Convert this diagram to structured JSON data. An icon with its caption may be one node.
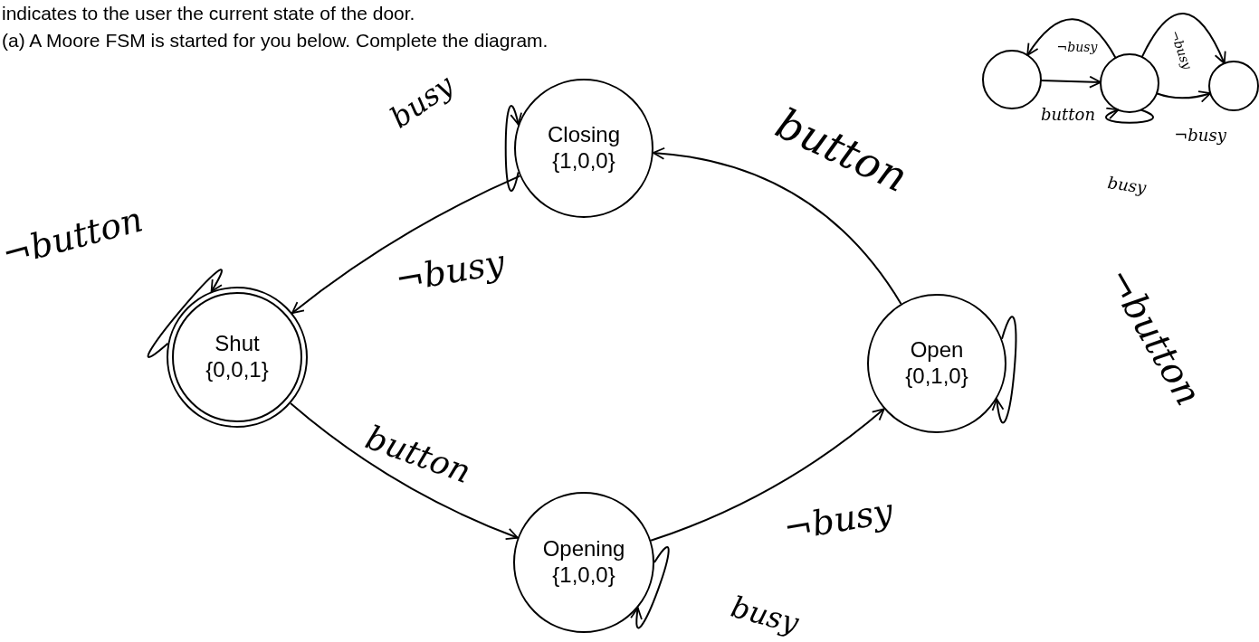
{
  "diagram": {
    "nodes": [
      {
        "text": [
          "Closing",
          "{1,0,0}"
        ]
      },
      {
        "text": [
          "Shut",
          "{0,0,1}"
        ]
      },
      {
        "text": [
          "Open",
          "{0,1,0}"
        ]
      },
      {
        "text": [
          "Opening",
          "{1,0,0}"
        ]
      },
      {
        "text": [],
        "shape": "circle"
      },
      {
        "text": [],
        "shape": "circle"
      },
      {
        "text": [],
        "shape": "circle"
      }
    ],
    "edges": [
      {
        "from": 1,
        "to": 1,
        "arrow": "to",
        "label": "¬button"
      },
      {
        "from": 1,
        "to": 3,
        "arrow": "to",
        "label": "button"
      },
      {
        "from": 3,
        "to": 3,
        "arrow": "to",
        "label": "busy"
      },
      {
        "from": 3,
        "to": 2,
        "arrow": "to",
        "label": "¬busy"
      },
      {
        "from": 2,
        "to": 2,
        "arrow": "to",
        "label": "¬button"
      },
      {
        "from": 2,
        "to": 0,
        "arrow": "to",
        "label": "button"
      },
      {
        "from": 0,
        "to": 0,
        "arrow": "to",
        "label": "busy"
      },
      {
        "from": 0,
        "to": 1,
        "arrow": "to",
        "label": "¬busy"
      },
      {
        "from": 4,
        "to": 5,
        "arrow": "to",
        "label": "button"
      },
      {
        "from": 5,
        "to": 4,
        "arrow": "to",
        "label": "¬busy"
      },
      {
        "from": 5,
        "to": 6,
        "arrow": "to",
        "label": "¬busy"
      },
      {
        "from": 5,
        "to": 6,
        "arrow": "to",
        "label": "¬busy"
      },
      {
        "from": 5,
        "to": 5,
        "arrow": "to",
        "label": "busy"
      }
    ],
    "labels": [
      "indicates to the user the current state of the door.",
      "(a) A Moore FSM is started for you below. Complete the diagram."
    ]
  }
}
